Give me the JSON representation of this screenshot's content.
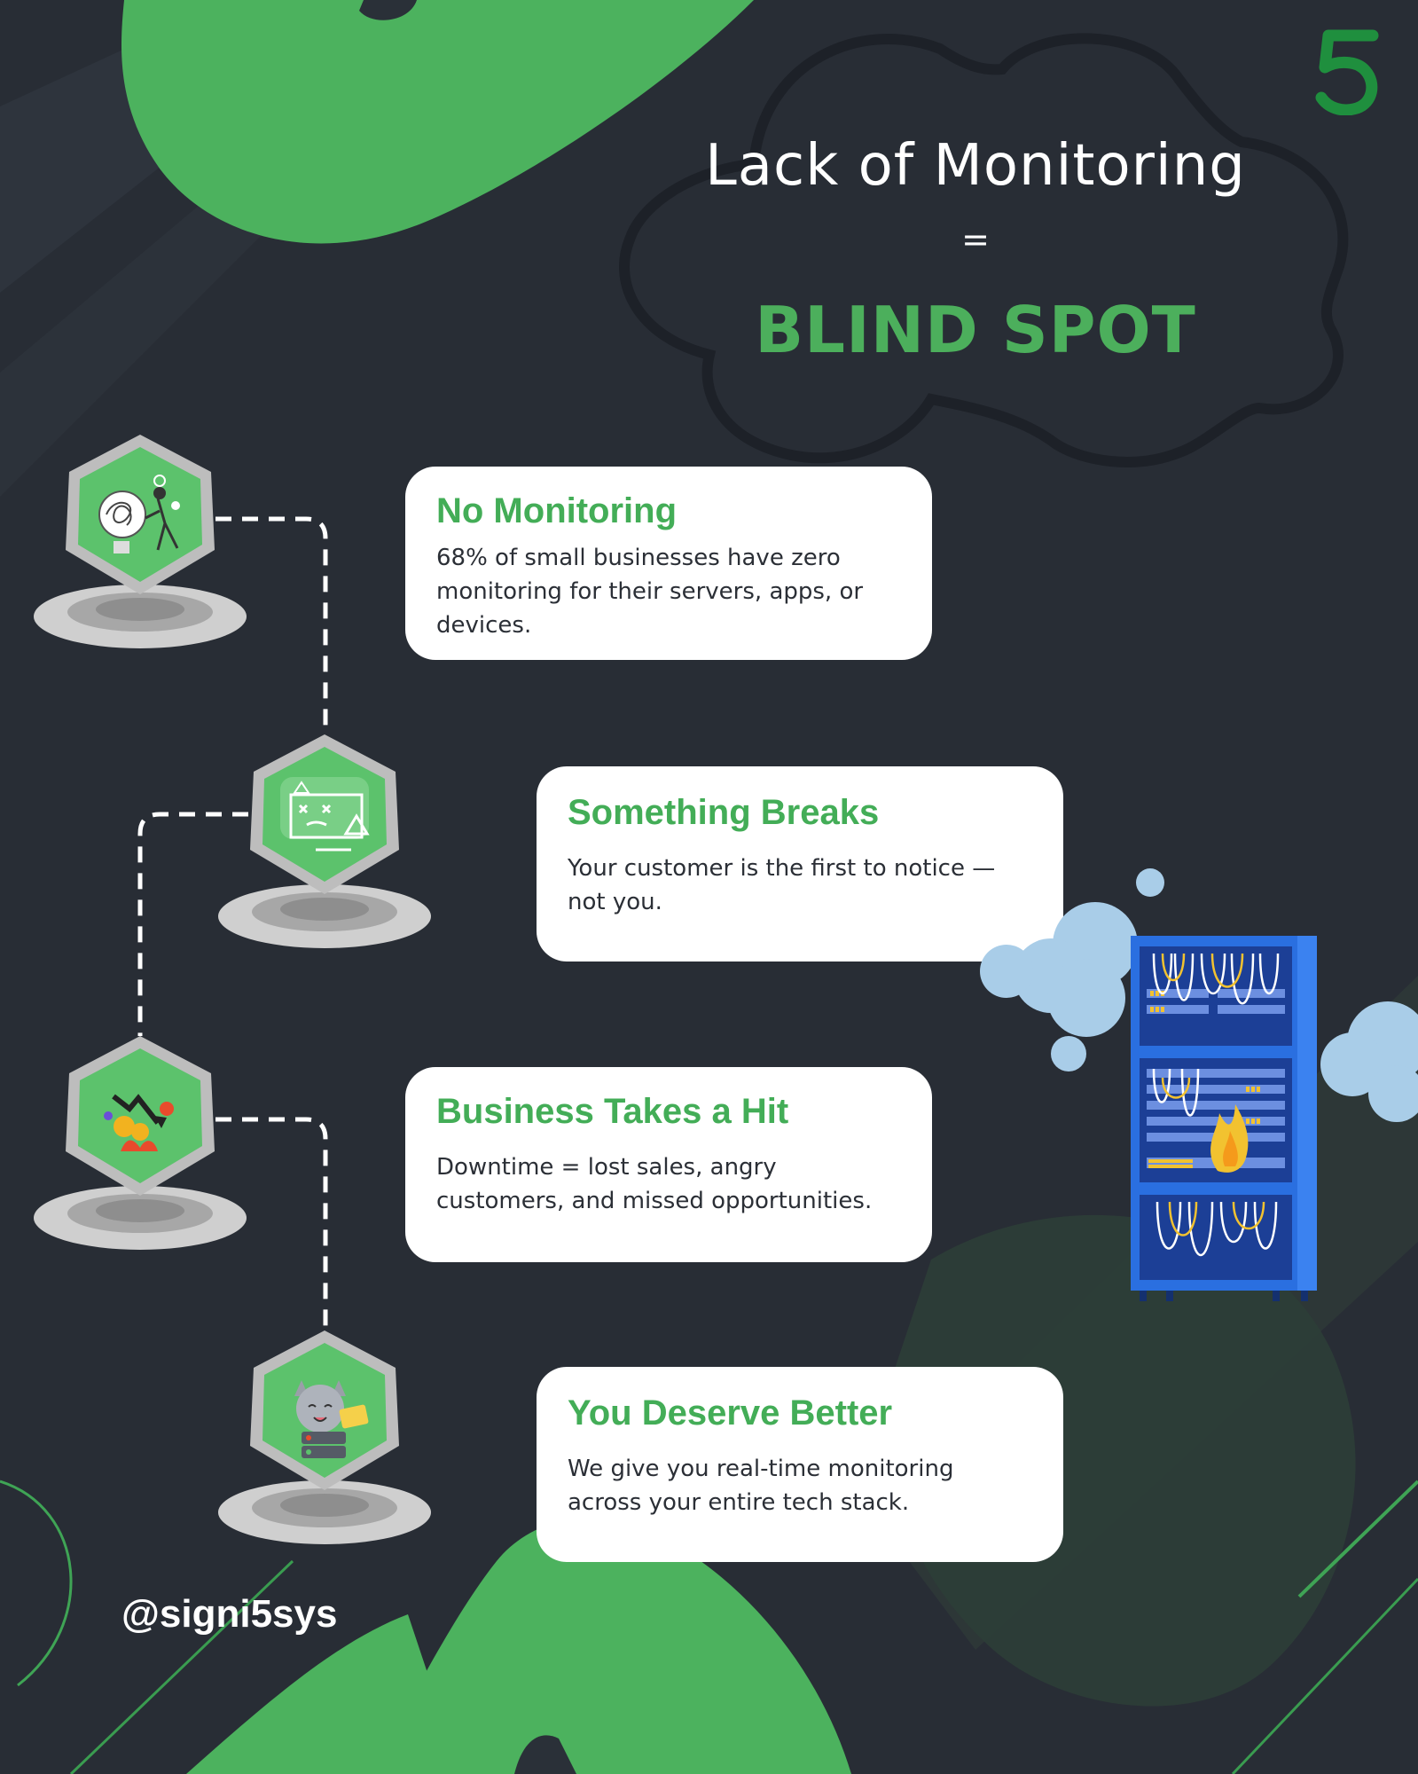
{
  "brand": {
    "logo_text": "5",
    "handle": "@signi5sys"
  },
  "title": {
    "line1": "Lack of Monitoring",
    "equals": "=",
    "line2": "BLIND SPOT"
  },
  "steps": [
    {
      "heading": "No Monitoring",
      "body": "68% of small businesses have zero monitoring for their servers, apps, or devices.",
      "icon": "tangled-thoughts-icon"
    },
    {
      "heading": "Something Breaks",
      "body": "Your customer is the first to notice — not you.",
      "icon": "broken-monitor-icon"
    },
    {
      "heading": "Business Takes a Hit",
      "body": "Downtime = lost sales, angry customers, and missed opportunities.",
      "icon": "falling-revenue-icon"
    },
    {
      "heading": "You Deserve Better",
      "body": "We give you real-time monitoring across your entire tech stack.",
      "icon": "happy-cat-server-icon"
    }
  ],
  "colors": {
    "background": "#282d35",
    "accent": "#4caf5c",
    "card": "#ffffff",
    "rack": "#2a6fe0"
  }
}
